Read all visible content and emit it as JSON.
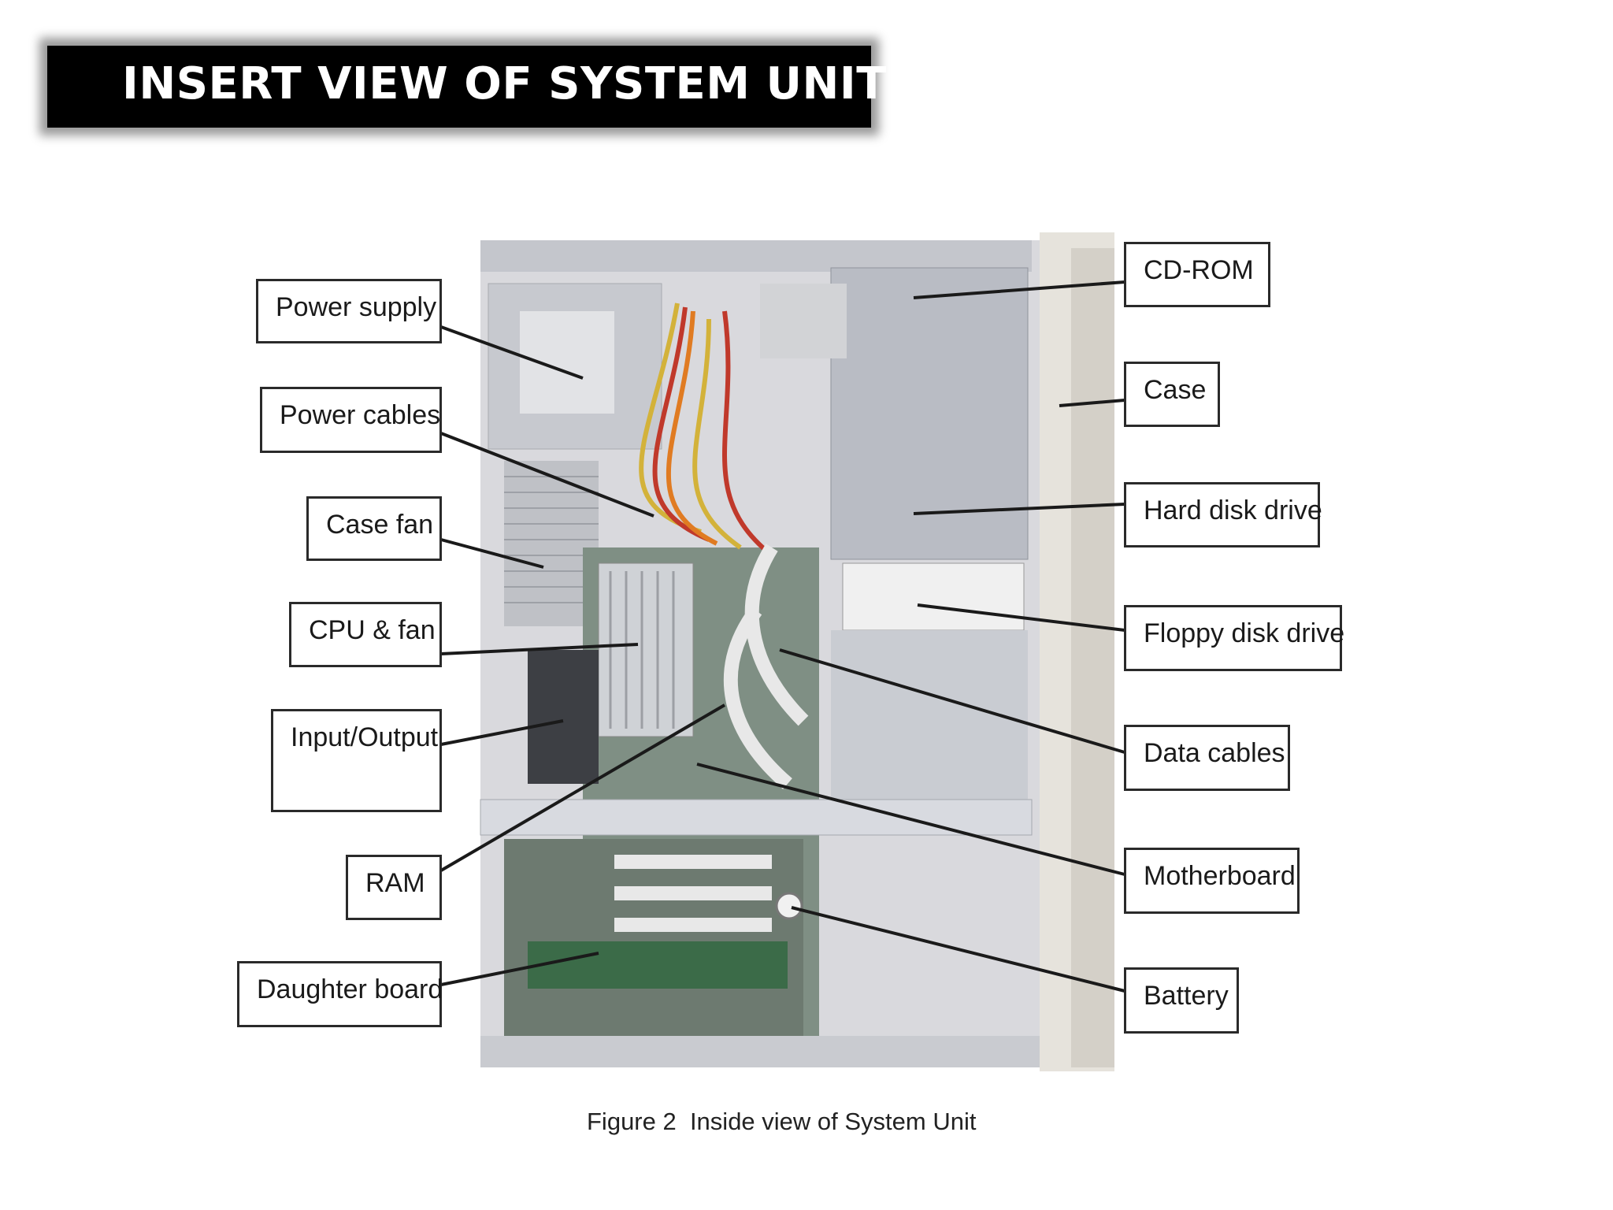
{
  "slide": {
    "title": "INSERT VIEW OF SYSTEM UNIT",
    "caption": "Figure 2  Inside view of System Unit"
  },
  "labels": {
    "power_supply": "Power supply",
    "power_cables": "Power cables",
    "case_fan": "Case fan",
    "cpu_fan": "CPU & fan",
    "input_output": "Input/Output",
    "ram": "RAM",
    "daughter_board": "Daughter board",
    "cd_rom": "CD-ROM",
    "case": "Case",
    "hard_disk_drive": "Hard disk drive",
    "floppy_disk_drive": "Floppy disk drive",
    "data_cables": "Data cables",
    "motherboard": "Motherboard",
    "battery": "Battery"
  }
}
